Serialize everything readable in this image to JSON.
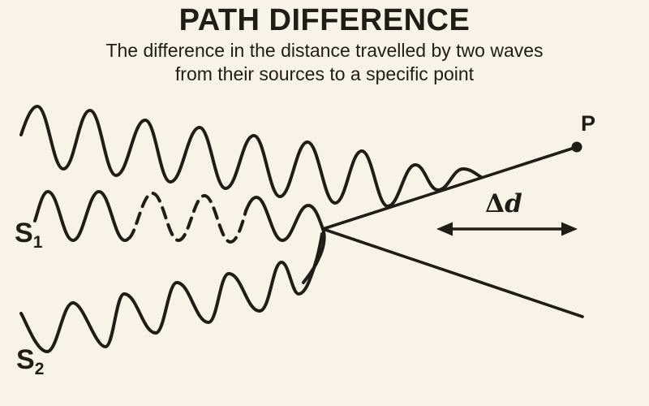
{
  "colors": {
    "background": "#f8f2e9",
    "ink": "#211c15"
  },
  "header": {
    "title": "PATH DIFFERENCE",
    "subtitle_line1": "The difference in the distance travelled by two waves",
    "subtitle_line2": "from their sources to a specific point"
  },
  "diagram_labels": {
    "source_1": {
      "base": "S",
      "subscript": "1"
    },
    "source_2": {
      "base": "S",
      "subscript": "2"
    },
    "point_p": "P",
    "path_difference": {
      "delta": "Δ",
      "variable": "d"
    }
  }
}
